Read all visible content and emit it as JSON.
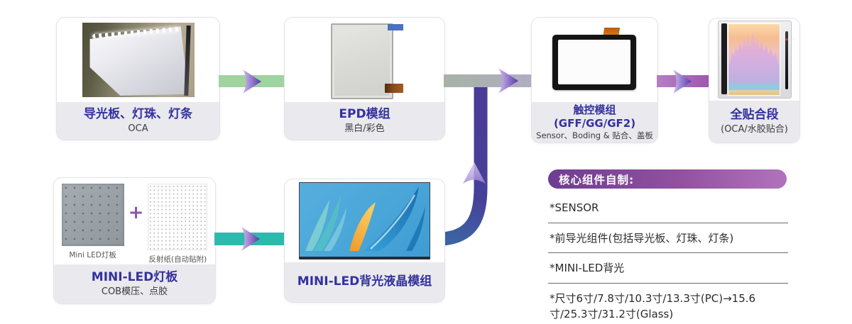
{
  "flow": {
    "cards": [
      {
        "id": "light-guide",
        "title": "导光板、灯珠、灯条",
        "subtitle": "OCA"
      },
      {
        "id": "epd-module",
        "title": "EPD模组",
        "subtitle": "黑白/彩色"
      },
      {
        "id": "touch-module",
        "title": "触控模组(GFF/GG/GF2)",
        "subtitle": "Sensor、Boding & 贴合、盖板"
      },
      {
        "id": "full-lamination",
        "title": "全贴合段",
        "subtitle": "(OCA/水胶贴合)"
      },
      {
        "id": "miniled-board",
        "title": "MINI-LED灯板",
        "subtitle": "COB模压、点胶",
        "plus_sign": "+",
        "images": [
          {
            "caption": "Mini LED灯板"
          },
          {
            "caption": "反射纸(自动贴附)"
          }
        ]
      },
      {
        "id": "miniled-lcd-module",
        "title": "MINI-LED背光液晶模组",
        "subtitle": ""
      }
    ],
    "arrows": [
      {
        "from": "light-guide",
        "to": "epd-module",
        "direction": "right",
        "color": "#9fd3a0"
      },
      {
        "from": "epd-module",
        "to": "touch-module",
        "direction": "right",
        "color": "#a7b3a5"
      },
      {
        "from": "touch-module",
        "to": "full-lamination",
        "direction": "right",
        "color": "#a05cb0"
      },
      {
        "from": "miniled-board",
        "to": "miniled-lcd-module",
        "direction": "right",
        "color": "#2eb9ad"
      },
      {
        "from": "miniled-lcd-module",
        "to": "epd-touch-flow",
        "direction": "curved-up",
        "color": "#473a95"
      }
    ]
  },
  "panel": {
    "header": "核心组件自制:",
    "items": [
      "*SENSOR",
      "*前导光组件(包括导光板、灯珠、灯条)",
      "*MINI-LED背光",
      "*尺寸6寸/7.8寸/10.3寸/13.3寸(PC)→15.6寸/25.3寸/31.2寸(Glass)"
    ]
  },
  "colors": {
    "card_title": "#34319e",
    "card_label_bg": "#e9e9ee",
    "arrow_green": "#9fd3a0",
    "arrow_teal": "#2eb9ad",
    "arrow_purple": "#a05cb0",
    "curve_indigo": "#473a95",
    "pill_gradient_start": "#6e3d91",
    "pill_gradient_end": "#b273bd"
  }
}
